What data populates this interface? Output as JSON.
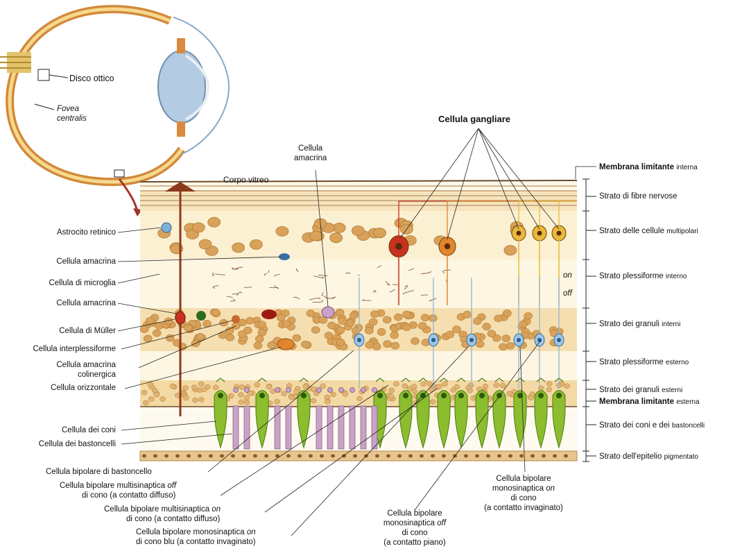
{
  "eye": {
    "disco_ottico": "Disco ottico",
    "fovea_line1": "Fovea",
    "fovea_line2": "centralis"
  },
  "top_labels": {
    "corpo_vitreo": "Corpo vitreo",
    "cellula_amacrina_top_1": "Cellula",
    "cellula_amacrina_top_2": "amacrina",
    "cellula_gangliare": "Cellula gangliare"
  },
  "left_labels": [
    "Astrocito retinico",
    "Cellula amacrina",
    "Cellula di microglia",
    "Cellula amacrina",
    "Cellula di Müller",
    "Cellula interplessiforme",
    "Cellula amacrina",
    "colinergica",
    "Cellula orizzontale",
    "Cellula dei coni",
    "Cellula dei bastoncelli"
  ],
  "right_labels": {
    "membrana_limitante_interna": "Membrana limitante",
    "membrana_limitante_interna_suffix": "interna",
    "strato_fibre": "Strato di fibre nervose",
    "strato_multipolari": "Strato delle cellule",
    "strato_multipolari_suffix": "multipolari",
    "strato_pless_interno": "Strato plessiforme",
    "strato_pless_interno_suffix": "interno",
    "strato_granuli_interni": "Strato dei granuli",
    "strato_granuli_interni_suffix": "interni",
    "strato_pless_esterno": "Strato plessiforme",
    "strato_pless_esterno_suffix": "esterno",
    "strato_granuli_esterni": "Strato dei granuli",
    "strato_granuli_esterni_suffix": "esterni",
    "membrana_limitante_esterna": "Membrana limitante",
    "membrana_limitante_esterna_suffix": "esterna",
    "strato_coni_bastoncelli": "Strato dei coni e dei",
    "strato_coni_bastoncelli_suffix": "bastoncelli",
    "strato_epitelio": "Strato dell'epitelio",
    "strato_epitelio_suffix": "pigmentato"
  },
  "inner_labels": {
    "on": "on",
    "off": "off"
  },
  "bottom_labels": {
    "bip_bastoncello": "Cellula bipolare di bastoncello",
    "bip_multi_off_1a": "Cellula bipolare multisinaptica",
    "bip_multi_off_1b": "off",
    "bip_multi_off_2": "di cono (a contatto diffuso)",
    "bip_multi_on_1a": "Cellula bipolare multisinaptica",
    "bip_multi_on_1b": "on",
    "bip_multi_on_2": "di cono (a contatto diffuso)",
    "bip_mono_on_blu_1a": "Cellula bipolare monosinaptica",
    "bip_mono_on_blu_1b": "on",
    "bip_mono_on_blu_2": "di cono blu (a contatto invaginato)",
    "bip_mono_off_1": "Cellula bipolare",
    "bip_mono_off_2a": "monosinaptica",
    "bip_mono_off_2b": "off",
    "bip_mono_off_3": "di cono",
    "bip_mono_off_4": "(a contatto piano)",
    "bip_mono_on_1": "Cellula bipolare",
    "bip_mono_on_2a": "monosinaptica",
    "bip_mono_on_2b": "on",
    "bip_mono_on_3": "di cono",
    "bip_mono_on_4": "(a contatto invaginato)"
  },
  "colors": {
    "band_light": "#fbf0d2",
    "band_mid": "#f3d9a4",
    "granule": "#d9a25a",
    "fiber": "#b6906a",
    "muller": "#8c3a1c",
    "ganglion_red": "#c8321e",
    "ganglion_orange": "#e0862c",
    "ganglion_yellow": "#e9b93a",
    "cone_green": "#8bbd2e",
    "rod_purple": "#c9a3c7",
    "bipolar_blue": "#9cc6e8",
    "epithelium": "#e8c58e"
  }
}
